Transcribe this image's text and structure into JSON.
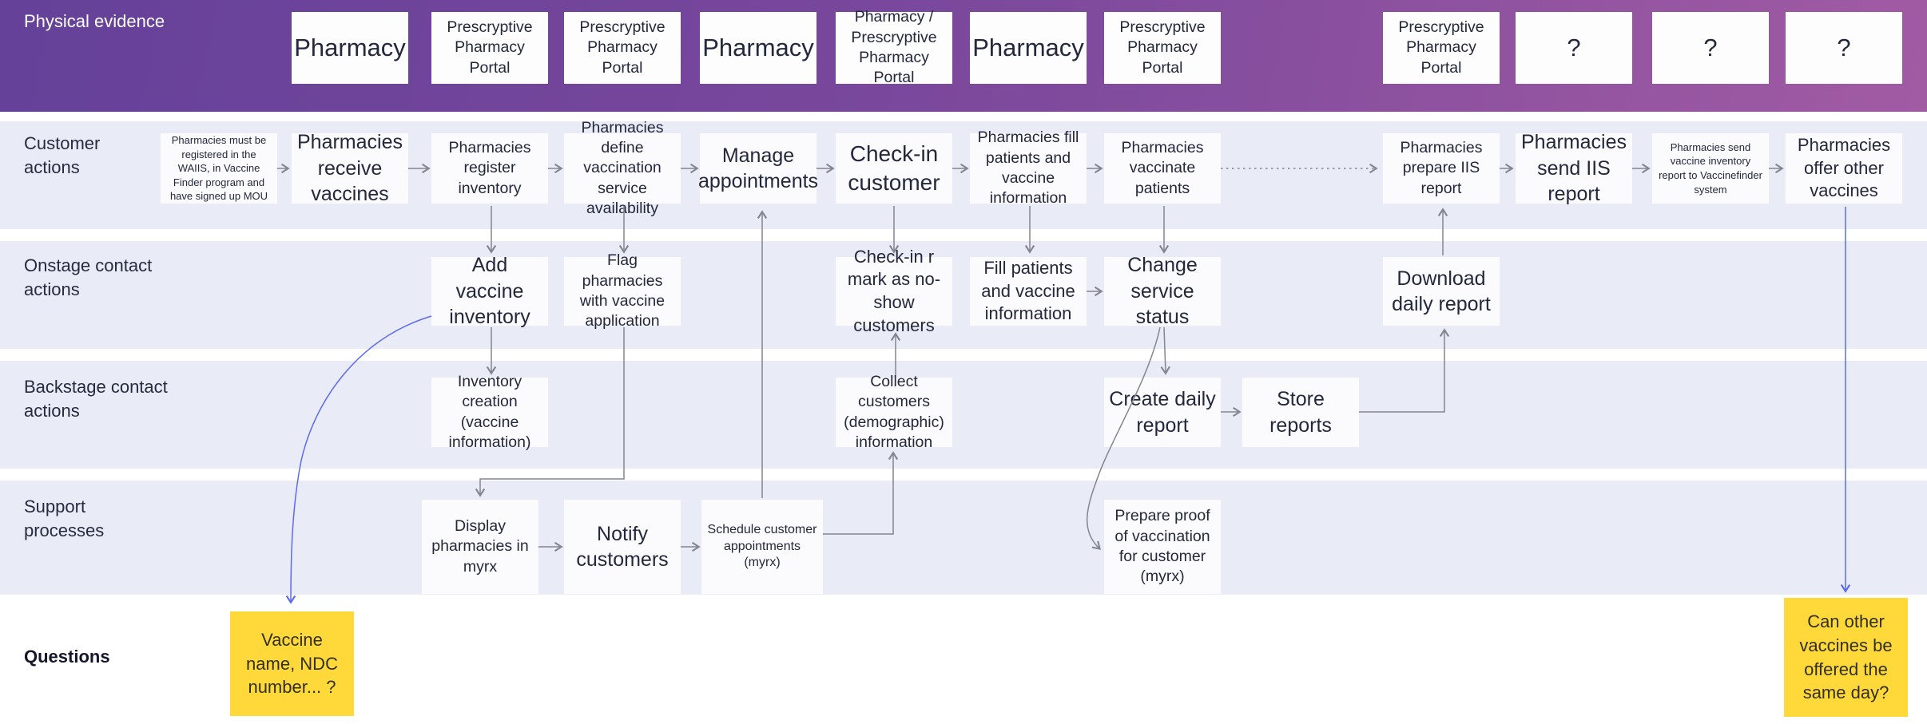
{
  "palette": {
    "purple_gradient_start": "#654199",
    "purple_gradient_end": "#a15ba3",
    "band_lavender": "#e9ebf6",
    "card_white": "#fbfbfd",
    "sticky_yellow": "#ffd83a",
    "connector_gray": "#82868f",
    "connector_blue": "#5d6af2",
    "text_dark": "#23283c"
  },
  "physical_evidence": {
    "label": "Physical evidence",
    "cards": [
      "Pharmacy",
      "Prescryptive Pharmacy Portal",
      "Prescryptive Pharmacy Portal",
      "Pharmacy",
      "Pharmacy / Prescryptive Pharmacy Portal",
      "Pharmacy",
      "Prescryptive Pharmacy Portal",
      "Prescryptive Pharmacy Portal",
      "?",
      "?",
      "?"
    ]
  },
  "customer_actions": {
    "label": "Customer actions",
    "cards": [
      "Pharmacies must be registered in the WAIIS, in Vaccine Finder program and have signed up MOU",
      "Pharmacies receive vaccines",
      "Pharmacies register inventory",
      "Pharmacies define vaccination service availability",
      "Manage appointments",
      "Check-in customer",
      "Pharmacies fill patients and vaccine information",
      "Pharmacies vaccinate patients",
      "Pharmacies prepare IIS report",
      "Pharmacies send IIS report",
      "Pharmacies send vaccine inventory report to Vaccinefinder system",
      "Pharmacies offer other vaccines"
    ]
  },
  "onstage": {
    "label": "Onstage contact actions",
    "cards": [
      "Add vaccine inventory",
      "Flag pharmacies with vaccine application",
      "Check-in r mark as no-show customers",
      "Fill patients and vaccine information",
      "Change service status",
      "Download daily report"
    ]
  },
  "backstage": {
    "label": "Backstage contact actions",
    "cards": [
      "Inventory creation (vaccine information)",
      "Collect customers (demographic) information",
      "Create daily report",
      "Store reports"
    ]
  },
  "support": {
    "label": "Support processes",
    "cards": [
      "Display pharmacies in myrx",
      "Notify customers",
      "Schedule customer appointments (myrx)",
      "Prepare proof of vaccination for customer (myrx)"
    ]
  },
  "questions": {
    "label": "Questions",
    "notes": [
      "Vaccine name, NDC number... ?",
      "Can other vaccines be offered the same day?"
    ]
  }
}
